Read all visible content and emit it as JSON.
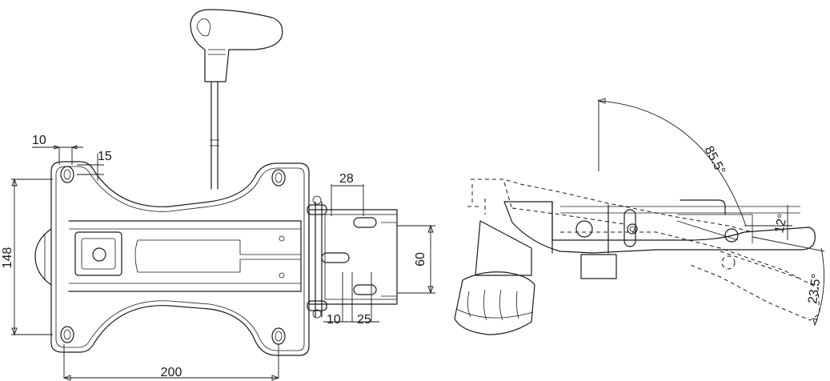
{
  "top_view": {
    "dim_hole_offset_x": "10",
    "dim_hole_offset_y": "15",
    "dim_height": "148",
    "dim_width": "200",
    "dim_slot_spacing": "28",
    "dim_slot_height": "60",
    "dim_slot_offset": "10",
    "dim_slot_length": "25"
  },
  "side_view": {
    "angle_backrest": "85.5°",
    "angle_tilt_up": "12°",
    "angle_tilt_down": "23.5°"
  }
}
